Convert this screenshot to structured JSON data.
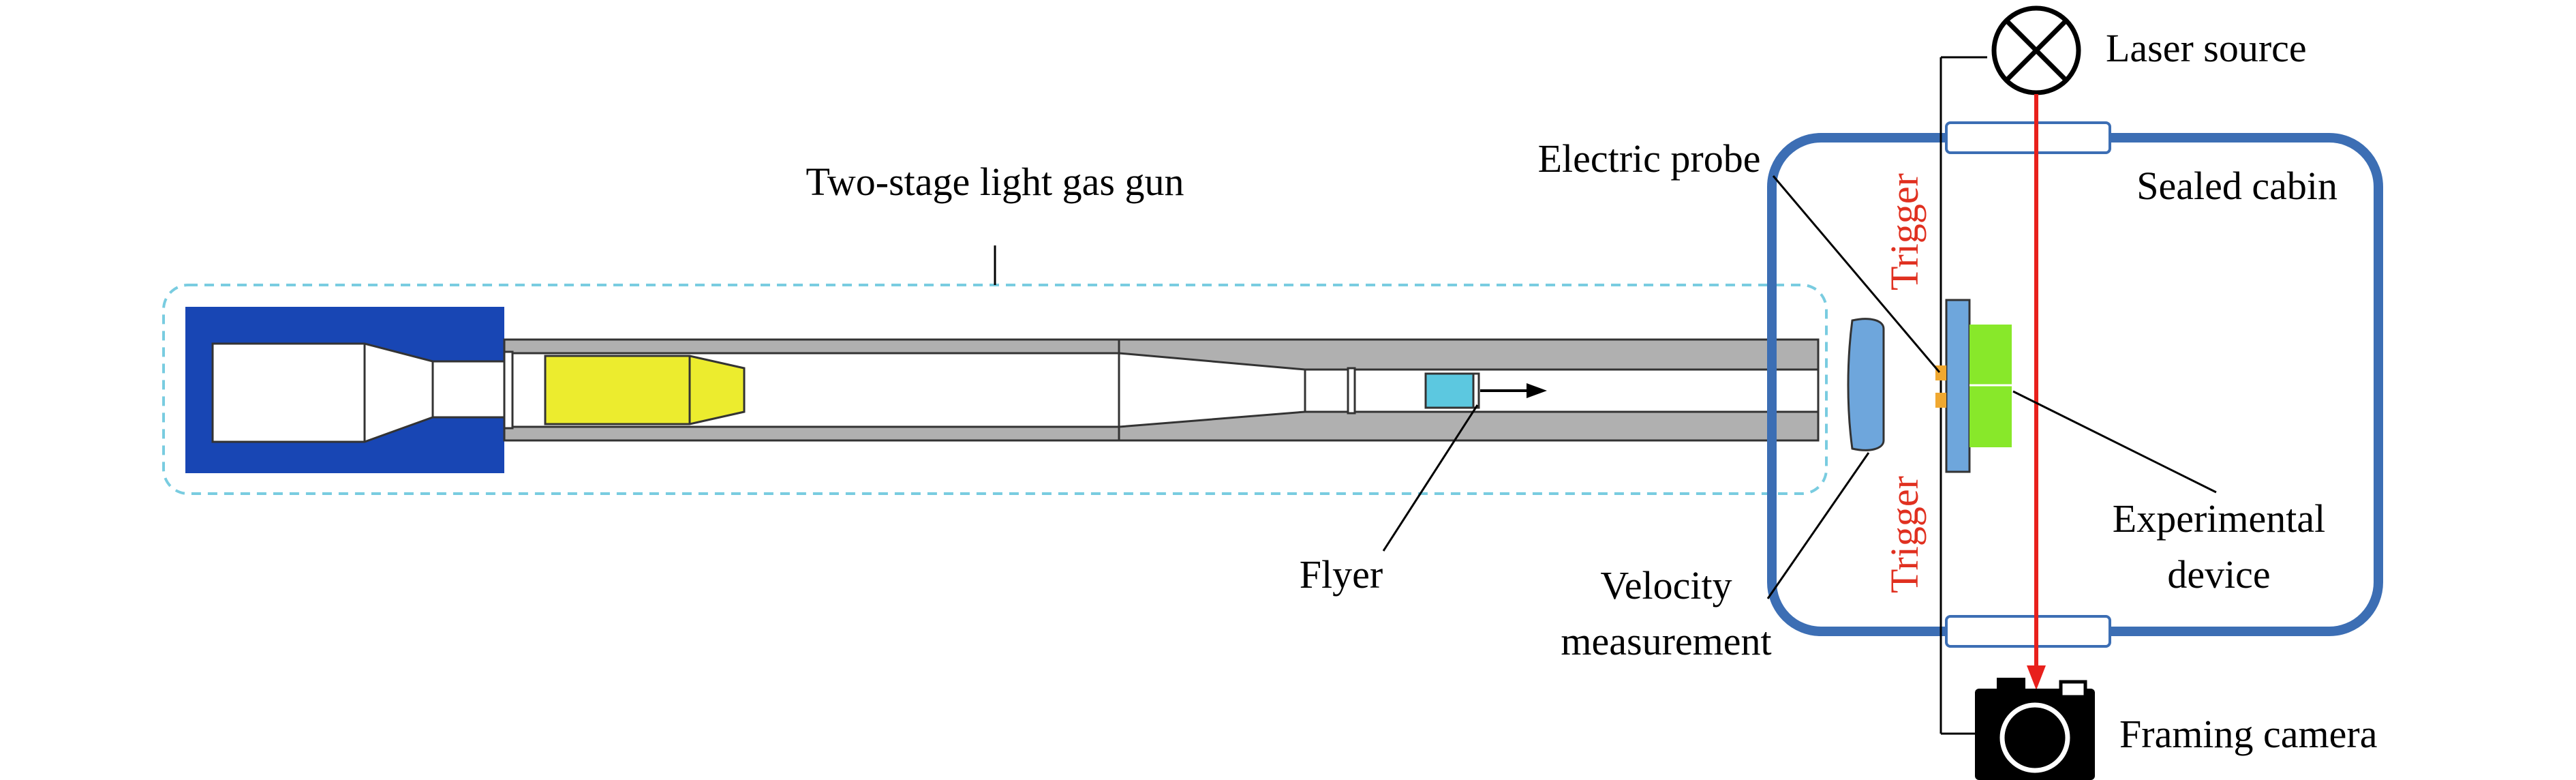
{
  "labels": {
    "gun": "Two-stage light gas gun",
    "flyer": "Flyer",
    "velocity_line1": "Velocity",
    "velocity_line2": "measurement",
    "electric_probe": "Electric probe",
    "trigger_top": "Trigger",
    "trigger_bottom": "Trigger",
    "laser_source": "Laser source",
    "sealed_cabin": "Sealed cabin",
    "experimental_line1": "Experimental",
    "experimental_line2": "device",
    "framing_camera": "Framing camera"
  },
  "colors": {
    "breech_blue": "#1846b4",
    "barrel_gray": "#b0b0b0",
    "piston_yellow": "#ecec2e",
    "flyer_cyan": "#5cc8e0",
    "dashed_outline": "#79cce0",
    "cabin_blue": "#3c6eb4",
    "window_blue": "#6ea6dc",
    "target_green": "#88e82a",
    "probe_orange": "#f0a830",
    "laser_red": "#e8201c",
    "trigger_red": "#e03020"
  }
}
